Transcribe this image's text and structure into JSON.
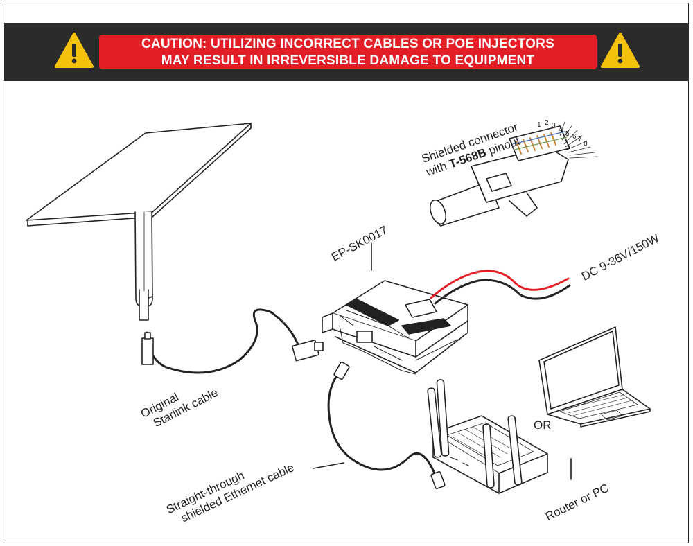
{
  "banner": {
    "line1": "CAUTION: UTILIZING INCORRECT CABLES OR POE INJECTORS",
    "line2": "MAY RESULT IN IRREVERSIBLE DAMAGE TO EQUIPMENT",
    "background_color": "#2b2b2b",
    "caution_color": "#e41e26",
    "warning_icon_color": "#f4c20d"
  },
  "labels": {
    "connector_line1": "Shielded connector",
    "connector_line2_prefix": "with ",
    "connector_line2_bold": "T-568B",
    "connector_line2_suffix": " pinout",
    "pins": [
      "1",
      "2",
      "3",
      "4",
      "5",
      "6",
      "7",
      "8"
    ],
    "device_model": "EP-SK0017",
    "power": "DC 9-36V/150W",
    "starlink_cable_line1": "Original",
    "starlink_cable_line2": "Starlink cable",
    "ethernet_line1": "Straight-through",
    "ethernet_line2": "shielded Ethernet cable",
    "or": "OR",
    "router_pc": "Router or PC"
  }
}
